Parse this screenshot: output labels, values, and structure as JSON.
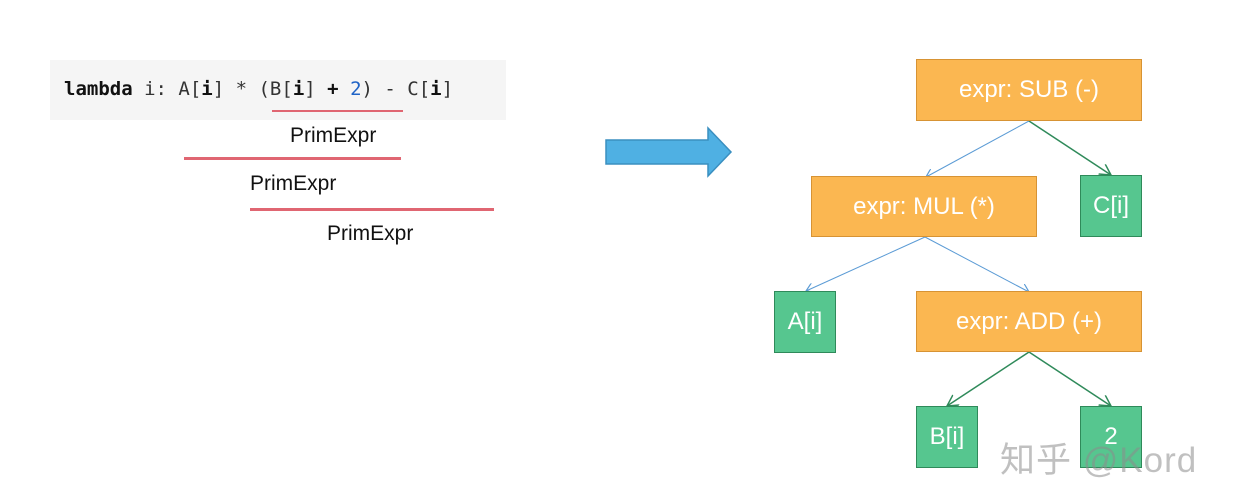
{
  "code": {
    "kw": "lambda",
    "p1": " i: A[",
    "i1": "i",
    "p2": "] * (B[",
    "i2": "i",
    "p3": "] ",
    "plus": "+",
    "p4": " ",
    "num": "2",
    "p5": ") - C[",
    "i3": "i",
    "p6": "]"
  },
  "prim_labels": [
    "PrimExpr",
    "PrimExpr",
    "PrimExpr"
  ],
  "colors": {
    "underline": "#e06672",
    "arrow": "#4fb0e3",
    "op_node": "#fbb751",
    "leaf_node": "#56c68f",
    "edge_blue": "#5b9bd5",
    "edge_green": "#2f8a5a"
  },
  "tree": {
    "sub": "expr: SUB (-)",
    "mul": "expr: MUL (*)",
    "add": "expr: ADD (+)",
    "a": "A[i]",
    "b": "B[i]",
    "c": "C[i]",
    "two": "2"
  },
  "watermark": "知乎 @Kord"
}
